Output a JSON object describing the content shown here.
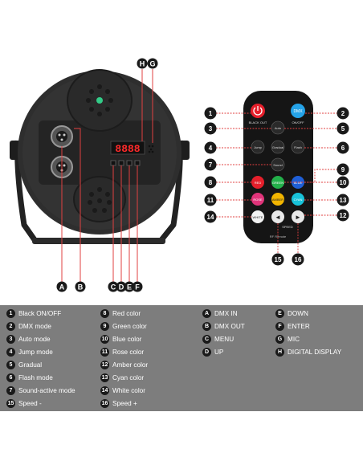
{
  "light_markers": {
    "A": "A",
    "B": "B",
    "C": "C",
    "D": "D",
    "E": "E",
    "F": "F",
    "G": "G",
    "H": "H"
  },
  "display": {
    "digits": "8888"
  },
  "remote": {
    "buttons": {
      "black_out": "BLACK OUT",
      "dmx": "DMX",
      "on_off": "ON/OFF",
      "auto": "Auto",
      "jump": "Jump",
      "gradual": "Gradual",
      "flash": "Flash",
      "sound": "Sound",
      "red": "RED",
      "green": "GREEN",
      "blue": "BLUE",
      "rose": "ROSE",
      "amber": "AMBER",
      "cyan": "CYAN",
      "white": "WHITE",
      "speed": "SPEED",
      "brand": "RF Remote"
    },
    "markers": [
      "1",
      "2",
      "3",
      "4",
      "5",
      "6",
      "7",
      "8",
      "9",
      "10",
      "11",
      "12",
      "13",
      "14",
      "15",
      "16"
    ]
  },
  "legend": {
    "col1": [
      {
        "n": "1",
        "t": "Black ON/OFF"
      },
      {
        "n": "2",
        "t": "DMX mode"
      },
      {
        "n": "3",
        "t": "Auto mode"
      },
      {
        "n": "4",
        "t": "Jump mode"
      },
      {
        "n": "5",
        "t": "Gradual"
      },
      {
        "n": "6",
        "t": "Flash mode"
      },
      {
        "n": "7",
        "t": "Sound-active mode"
      },
      {
        "n": "15",
        "t": "Speed -"
      }
    ],
    "col2": [
      {
        "n": "8",
        "t": "Red color"
      },
      {
        "n": "9",
        "t": "Green color"
      },
      {
        "n": "10",
        "t": "Blue color"
      },
      {
        "n": "11",
        "t": "Rose color"
      },
      {
        "n": "12",
        "t": "Amber color"
      },
      {
        "n": "13",
        "t": "Cyan color"
      },
      {
        "n": "14",
        "t": "White color"
      },
      {
        "n": "16",
        "t": "Speed +"
      }
    ],
    "col3": [
      {
        "n": "A",
        "t": "DMX IN"
      },
      {
        "n": "B",
        "t": "DMX OUT"
      },
      {
        "n": "C",
        "t": "MENU"
      },
      {
        "n": "D",
        "t": "UP"
      }
    ],
    "col4": [
      {
        "n": "E",
        "t": "DOWN"
      },
      {
        "n": "F",
        "t": "ENTER"
      },
      {
        "n": "G",
        "t": "MIC"
      },
      {
        "n": "H",
        "t": "DIGITAL DISPLAY"
      }
    ]
  }
}
